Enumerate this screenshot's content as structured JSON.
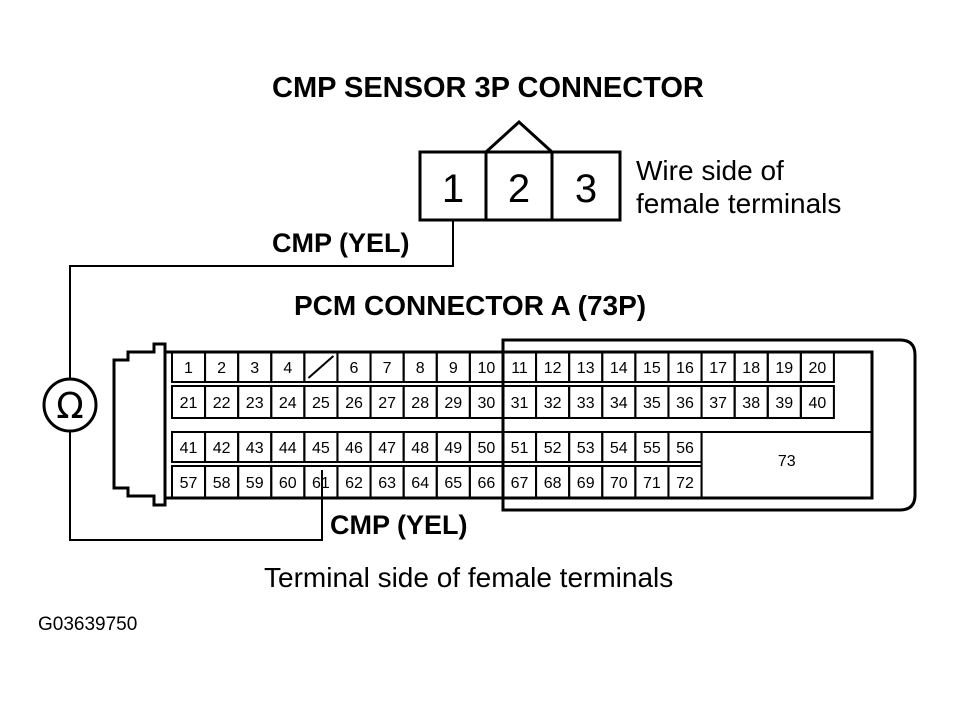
{
  "cmp_sensor": {
    "title": "CMP SENSOR 3P CONNECTOR",
    "terminals": [
      "1",
      "2",
      "3"
    ],
    "side_note_line1": "Wire side of",
    "side_note_line2": "female terminals"
  },
  "wire_labels": {
    "top": "CMP (YEL)",
    "bottom": "CMP (YEL)"
  },
  "pcm": {
    "title": "PCM CONNECTOR A (73P)",
    "row1": [
      "1",
      "2",
      "3",
      "4",
      "",
      "6",
      "7",
      "8",
      "9",
      "10",
      "11",
      "12",
      "13",
      "14",
      "15",
      "16",
      "17",
      "18",
      "19",
      "20"
    ],
    "row2": [
      "21",
      "22",
      "23",
      "24",
      "25",
      "26",
      "27",
      "28",
      "29",
      "30",
      "31",
      "32",
      "33",
      "34",
      "35",
      "36",
      "37",
      "38",
      "39",
      "40"
    ],
    "row3": [
      "41",
      "42",
      "43",
      "44",
      "45",
      "46",
      "47",
      "48",
      "49",
      "50",
      "51",
      "52",
      "53",
      "54",
      "55",
      "56"
    ],
    "row4": [
      "57",
      "58",
      "59",
      "60",
      "61",
      "62",
      "63",
      "64",
      "65",
      "66",
      "67",
      "68",
      "69",
      "70",
      "71",
      "72"
    ],
    "big_terminal": "73"
  },
  "footer": {
    "caption": "Terminal side of female terminals",
    "figure_id": "G03639750"
  },
  "meter": {
    "symbol": "Ω",
    "icon": "ohmmeter-icon"
  }
}
